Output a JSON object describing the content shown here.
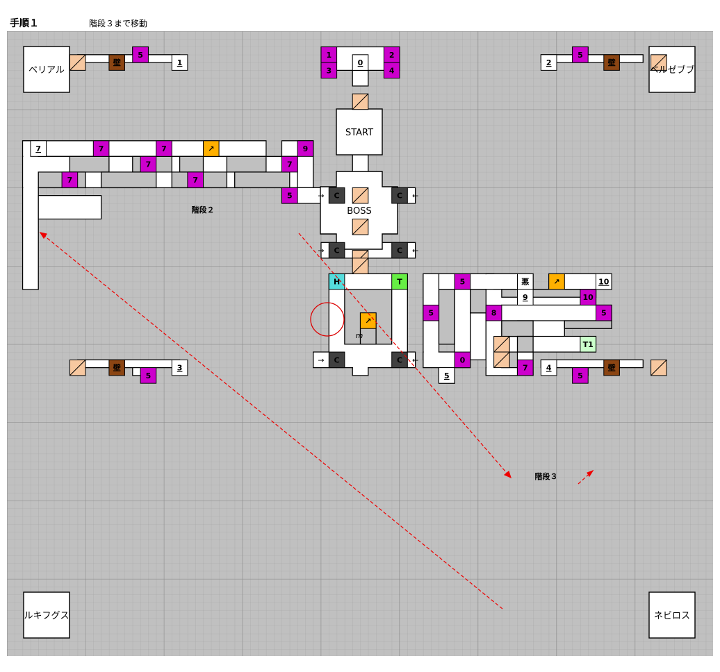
{
  "header": {
    "title": "手順１",
    "description": "階段３まで移動"
  },
  "rooms": {
    "belial": "ベリアル",
    "beelzebub": "ベルゼブブ",
    "lucifugus": "ルキフグス",
    "nebiros": "ネビロス",
    "start": "START",
    "boss": "BOSS"
  },
  "labels": {
    "stairs2": "階段２",
    "stairs3": "階段３",
    "m": "m"
  },
  "tiles": [
    {
      "id": "t01",
      "type": "warp",
      "text": "5",
      "c": 16,
      "r": 2
    },
    {
      "id": "t02",
      "type": "wall",
      "text": "壁",
      "c": 13,
      "r": 3
    },
    {
      "id": "t03",
      "type": "num",
      "text": "1",
      "c": 21,
      "r": 3
    },
    {
      "id": "t04",
      "type": "warp",
      "text": "1",
      "c": 40,
      "r": 2
    },
    {
      "id": "t05",
      "type": "warp",
      "text": "2",
      "c": 48,
      "r": 2
    },
    {
      "id": "t06",
      "type": "num",
      "text": "0",
      "c": 44,
      "r": 3
    },
    {
      "id": "t07",
      "type": "warp",
      "text": "3",
      "c": 40,
      "r": 4
    },
    {
      "id": "t08",
      "type": "warp",
      "text": "4",
      "c": 48,
      "r": 4
    },
    {
      "id": "t09",
      "type": "warp",
      "text": "5",
      "c": 72,
      "r": 2
    },
    {
      "id": "t10",
      "type": "num",
      "text": "2",
      "c": 68,
      "r": 3
    },
    {
      "id": "t11",
      "type": "wall",
      "text": "壁",
      "c": 76,
      "r": 3
    },
    {
      "id": "t12",
      "type": "num",
      "text": "7",
      "c": 3,
      "r": 14
    },
    {
      "id": "t13",
      "type": "warp",
      "text": "7",
      "c": 11,
      "r": 14
    },
    {
      "id": "t14",
      "type": "warp",
      "text": "7",
      "c": 19,
      "r": 14
    },
    {
      "id": "t15",
      "type": "stair",
      "text": "↗",
      "c": 25,
      "r": 14
    },
    {
      "id": "t16",
      "type": "warp",
      "text": "9",
      "c": 37,
      "r": 14
    },
    {
      "id": "t17",
      "type": "warp",
      "text": "7",
      "c": 17,
      "r": 16
    },
    {
      "id": "t18",
      "type": "warp",
      "text": "7",
      "c": 35,
      "r": 16
    },
    {
      "id": "t19",
      "type": "warp",
      "text": "7",
      "c": 7,
      "r": 18
    },
    {
      "id": "t20",
      "type": "warp",
      "text": "7",
      "c": 23,
      "r": 18
    },
    {
      "id": "t21",
      "type": "warp",
      "text": "5",
      "c": 35,
      "r": 20
    },
    {
      "id": "t22",
      "type": "gate",
      "text": "C",
      "c": 41,
      "r": 20
    },
    {
      "id": "t23",
      "type": "gate",
      "text": "C",
      "c": 49,
      "r": 20
    },
    {
      "id": "t24",
      "type": "gate",
      "text": "C",
      "c": 41,
      "r": 27
    },
    {
      "id": "t25",
      "type": "gate",
      "text": "C",
      "c": 49,
      "r": 27
    },
    {
      "id": "t26",
      "type": "heal",
      "text": "H",
      "c": 41,
      "r": 31
    },
    {
      "id": "t27",
      "type": "treasure",
      "text": "T",
      "c": 49,
      "r": 31
    },
    {
      "id": "t28",
      "type": "stair",
      "text": "↗",
      "c": 45,
      "r": 36
    },
    {
      "id": "t29",
      "type": "warp",
      "text": "5",
      "c": 57,
      "r": 31
    },
    {
      "id": "t30",
      "type": "plain",
      "text": "悪",
      "c": 65,
      "r": 31
    },
    {
      "id": "t31",
      "type": "stair",
      "text": "↗",
      "c": 69,
      "r": 31
    },
    {
      "id": "t32",
      "type": "num",
      "text": "10",
      "c": 75,
      "r": 31
    },
    {
      "id": "t33",
      "type": "num",
      "text": "9",
      "c": 65,
      "r": 33
    },
    {
      "id": "t34",
      "type": "warp",
      "text": "10",
      "c": 73,
      "r": 33
    },
    {
      "id": "t35",
      "type": "warp",
      "text": "5",
      "c": 53,
      "r": 35
    },
    {
      "id": "t36",
      "type": "warp",
      "text": "8",
      "c": 61,
      "r": 35
    },
    {
      "id": "t37",
      "type": "warp",
      "text": "5",
      "c": 75,
      "r": 35
    },
    {
      "id": "t38",
      "type": "t1",
      "text": "T1",
      "c": 73,
      "r": 39
    },
    {
      "id": "t39",
      "type": "gate",
      "text": "C",
      "c": 41,
      "r": 41
    },
    {
      "id": "t40",
      "type": "gate",
      "text": "C",
      "c": 49,
      "r": 41
    },
    {
      "id": "t41",
      "type": "warp",
      "text": "0",
      "c": 57,
      "r": 41
    },
    {
      "id": "t42",
      "type": "warp",
      "text": "7",
      "c": 65,
      "r": 42
    },
    {
      "id": "t43",
      "type": "num",
      "text": "5",
      "c": 55,
      "r": 43
    },
    {
      "id": "t44",
      "type": "wall",
      "text": "壁",
      "c": 13,
      "r": 42
    },
    {
      "id": "t45",
      "type": "num",
      "text": "3",
      "c": 21,
      "r": 42
    },
    {
      "id": "t46",
      "type": "warp",
      "text": "5",
      "c": 17,
      "r": 43
    },
    {
      "id": "t47",
      "type": "num",
      "text": "4",
      "c": 68,
      "r": 42
    },
    {
      "id": "t48",
      "type": "wall",
      "text": "壁",
      "c": 76,
      "r": 42
    },
    {
      "id": "t49",
      "type": "warp",
      "text": "5",
      "c": 72,
      "r": 43
    }
  ],
  "arrows": [
    {
      "id": "a1",
      "text": "→",
      "c": 39,
      "r": 20
    },
    {
      "id": "a2",
      "text": "←",
      "c": 51,
      "r": 20
    },
    {
      "id": "a3",
      "text": "→",
      "c": 39,
      "r": 27
    },
    {
      "id": "a4",
      "text": "←",
      "c": 51,
      "r": 27
    },
    {
      "id": "a5",
      "text": "→",
      "c": 39,
      "r": 41
    },
    {
      "id": "a6",
      "text": "←",
      "c": 51,
      "r": 41
    }
  ],
  "colors": {
    "background": "#c0c0c0",
    "grid": "#a3a3a3",
    "floor": "#ffffff",
    "warp": "#cc00cc",
    "gate": "#404040",
    "wall_block": "#8b4513",
    "stair": "#ffb000",
    "heal": "#55dddd",
    "treasure": "#66ee44",
    "t1": "#ccffcc",
    "door": "#f7c8a0",
    "route": "#ee0000"
  }
}
